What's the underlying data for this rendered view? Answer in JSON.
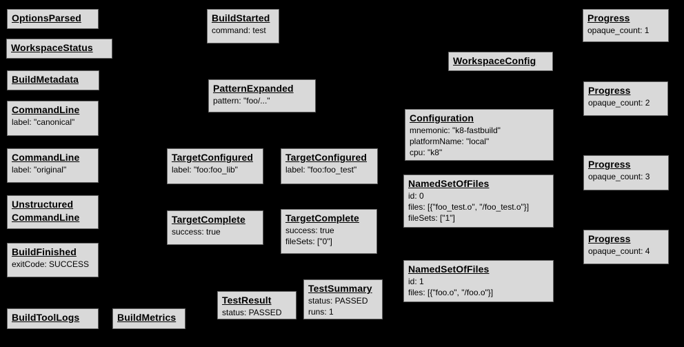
{
  "colors": {
    "background": "#000000",
    "node_fill": "#d9d9d9",
    "node_border": "#666666",
    "node_text": "#000000"
  },
  "nodes": {
    "options_parsed": {
      "title": "OptionsParsed",
      "lines": []
    },
    "workspace_status": {
      "title": "WorkspaceStatus",
      "lines": []
    },
    "build_metadata": {
      "title": "BuildMetadata",
      "lines": []
    },
    "command_line_canonical": {
      "title": "CommandLine",
      "lines": [
        "label: \"canonical\""
      ]
    },
    "command_line_original": {
      "title": "CommandLine",
      "lines": [
        "label: \"original\""
      ]
    },
    "unstructured_command_line": {
      "title": "Unstructured CommandLine",
      "lines": []
    },
    "build_finished": {
      "title": "BuildFinished",
      "lines": [
        "exitCode: SUCCESS"
      ]
    },
    "build_tool_logs": {
      "title": "BuildToolLogs",
      "lines": []
    },
    "build_metrics": {
      "title": "BuildMetrics",
      "lines": []
    },
    "build_started": {
      "title": "BuildStarted",
      "lines": [
        "command: test"
      ]
    },
    "pattern_expanded": {
      "title": "PatternExpanded",
      "lines": [
        "pattern: \"foo/...\""
      ]
    },
    "target_configured_lib": {
      "title": "TargetConfigured",
      "lines": [
        "label: \"foo:foo_lib\""
      ]
    },
    "target_configured_test": {
      "title": "TargetConfigured",
      "lines": [
        "label: \"foo:foo_test\""
      ]
    },
    "target_complete_lib": {
      "title": "TargetComplete",
      "lines": [
        "success: true"
      ]
    },
    "target_complete_test": {
      "title": "TargetComplete",
      "lines": [
        "success: true",
        "fileSets: [\"0\"]"
      ]
    },
    "test_result": {
      "title": "TestResult",
      "lines": [
        "status: PASSED"
      ]
    },
    "test_summary": {
      "title": "TestSummary",
      "lines": [
        "status: PASSED",
        "runs: 1"
      ]
    },
    "workspace_config": {
      "title": "WorkspaceConfig",
      "lines": []
    },
    "configuration": {
      "title": "Configuration",
      "lines": [
        "mnemonic: \"k8-fastbuild\"",
        "platformName: \"local\"",
        "cpu: \"k8\""
      ]
    },
    "named_set_of_files_0": {
      "title": "NamedSetOfFiles",
      "lines": [
        "id: 0",
        "files: [{\"foo_test.o\", \"/foo_test.o\"}]",
        "fileSets: [\"1\"]"
      ]
    },
    "named_set_of_files_1": {
      "title": "NamedSetOfFiles",
      "lines": [
        "id: 1",
        "files: [{\"foo.o\", \"/foo.o\"}]"
      ]
    },
    "progress_1": {
      "title": "Progress",
      "lines": [
        "opaque_count: 1"
      ]
    },
    "progress_2": {
      "title": "Progress",
      "lines": [
        "opaque_count: 2"
      ]
    },
    "progress_3": {
      "title": "Progress",
      "lines": [
        "opaque_count: 3"
      ]
    },
    "progress_4": {
      "title": "Progress",
      "lines": [
        "opaque_count: 4"
      ]
    }
  }
}
